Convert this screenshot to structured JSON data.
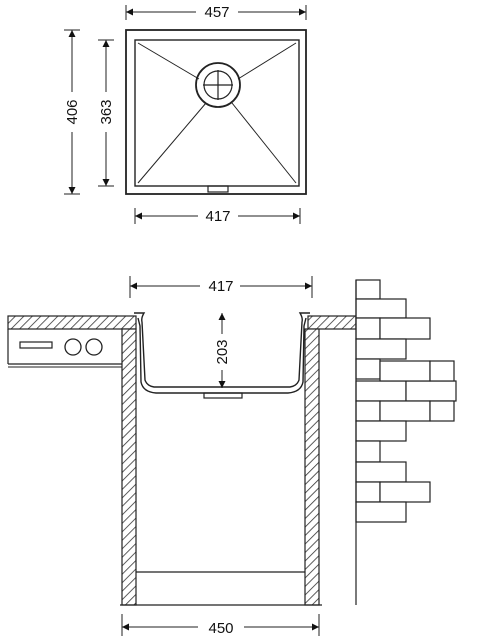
{
  "top_view": {
    "outer_width_label": "457",
    "outer_depth_label": "406",
    "inner_depth_label": "363",
    "inner_width_label": "417"
  },
  "section_view": {
    "bowl_width_label": "417",
    "bowl_depth_label": "203",
    "cabinet_width_label": "450"
  }
}
